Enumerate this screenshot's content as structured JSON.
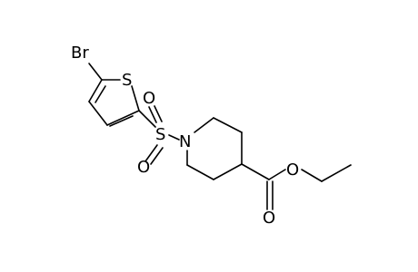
{
  "molecule": {
    "atoms": {
      "br": "Br",
      "s_thiophene": "S",
      "s_sulfonyl": "S",
      "o_sulfonyl_top": "O",
      "o_sulfonyl_bottom": "O",
      "n": "N",
      "o_ester": "O",
      "o_carbonyl": "O"
    }
  }
}
